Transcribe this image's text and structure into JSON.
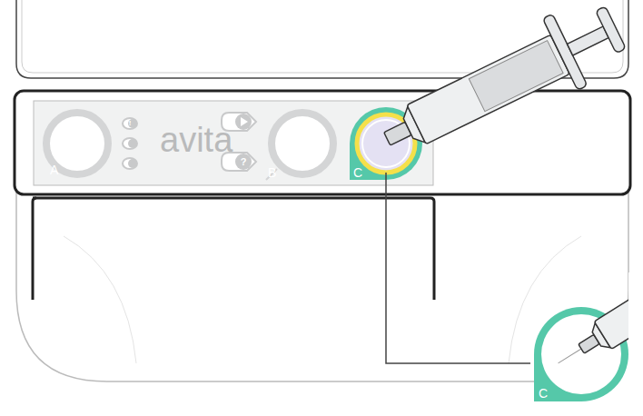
{
  "diagram": {
    "labels": [
      "A",
      "!",
      "avita",
      "?",
      "B",
      "C",
      "C"
    ]
  }
}
